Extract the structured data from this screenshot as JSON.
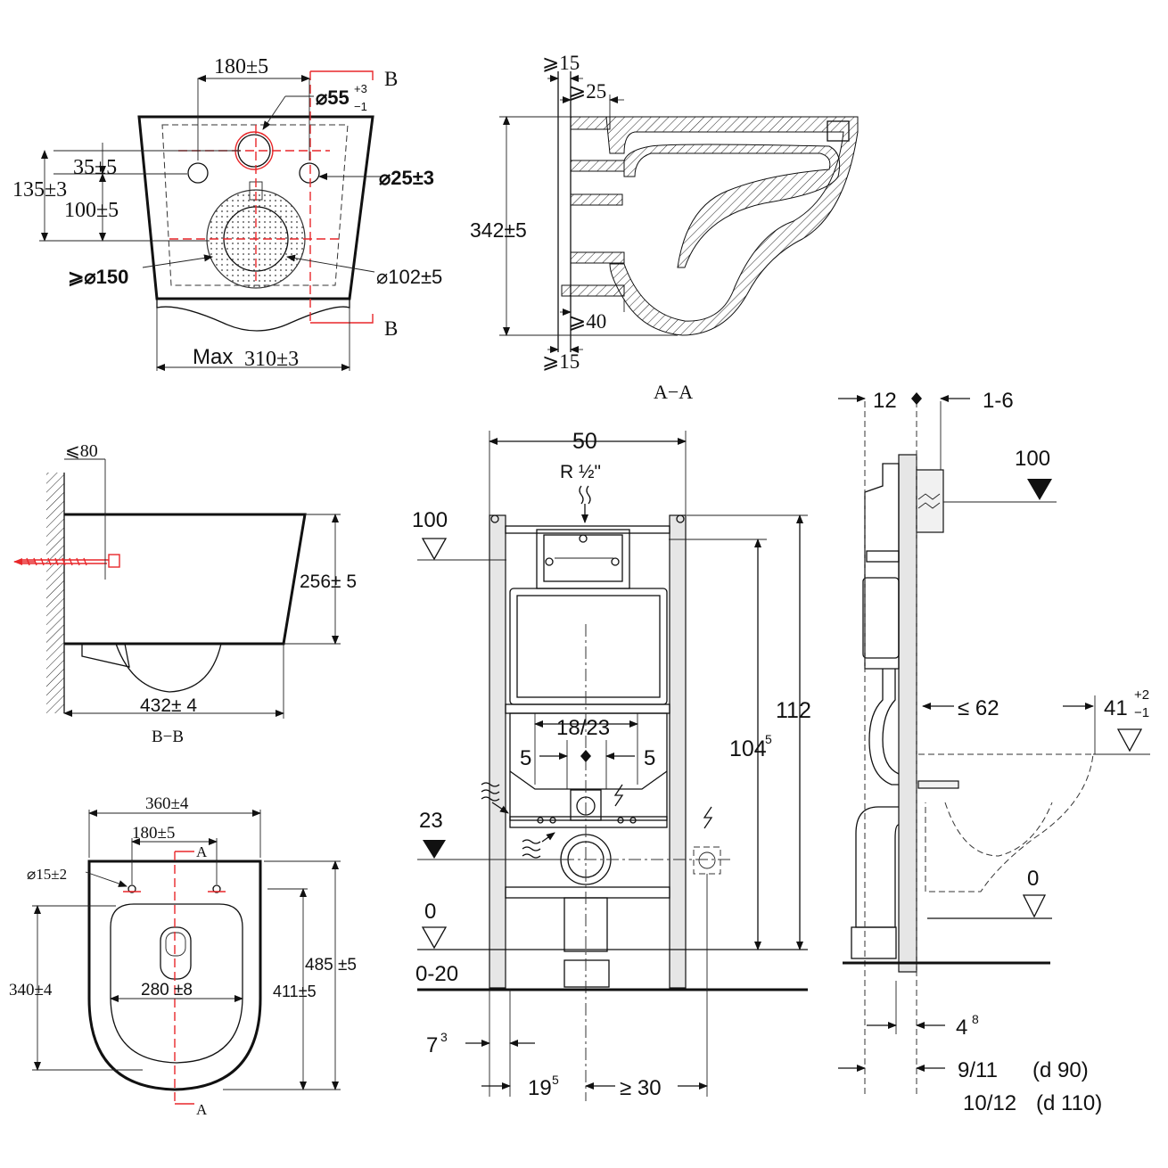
{
  "top_view": {
    "dim_width_holes": "180±5",
    "dim_inlet": "⌀55",
    "dim_inlet_tol_upper": "+3",
    "dim_inlet_tol_lower": "−1",
    "dim_35": "35±5",
    "dim_135": "135±3",
    "dim_100": "100±5",
    "dim_bolt": "⌀25±3",
    "dim_150": "⩾⌀150",
    "dim_102": "⌀102±5",
    "dim_max_prefix": "Max",
    "dim_max": "310±3",
    "section_mark_top": "B",
    "section_mark_bottom": "B"
  },
  "section_aa": {
    "dim_15_top": "⩾15",
    "dim_25": "⩾25",
    "dim_342": "342±5",
    "dim_40": "⩾40",
    "dim_15_bottom": "⩾15",
    "label": "A−A"
  },
  "section_bb": {
    "dim_80": "⩽80",
    "dim_256": "256± 5",
    "dim_432": "432± 4",
    "label": "B−B"
  },
  "plan_view": {
    "dim_360": "360±4",
    "dim_180": "180±5",
    "dim_15": "⌀15±2",
    "dim_340": "340±4",
    "dim_280": "280 ±8",
    "dim_411": "411±5",
    "dim_485": "485 ±5",
    "mark_top": "A",
    "mark_bottom": "A"
  },
  "frame_front": {
    "dim_50": "50",
    "dim_r12": "R ½\"",
    "level_100": "100",
    "level_23": "23",
    "level_0": "0",
    "dim_0_20": "0-20",
    "dim_18_23": "18/23",
    "dim_5_left": "5",
    "dim_5_right": "5",
    "dim_112": "112",
    "dim_104": "104",
    "dim_104_sup": "5",
    "dim_7": "7",
    "dim_7_sup": "3",
    "dim_19": "19",
    "dim_19_sup": "5",
    "dim_30": "≥ 30"
  },
  "frame_side": {
    "dim_12": "12",
    "dim_1_6": "1-6",
    "level_100": "100",
    "dim_62": "≤ 62",
    "dim_41": "41",
    "dim_41_upper": "+2",
    "dim_41_lower": "−1",
    "level_0": "0",
    "dim_4": "4",
    "dim_4_sup": "8",
    "dim_9_11": "9/11",
    "dim_d90": "(d 90)",
    "dim_10_12": "10/12",
    "dim_d110": "(d 110)"
  },
  "colors": {
    "line": "#111111",
    "accent_red": "#e8272a",
    "fill_grey": "#e6e6e6"
  }
}
